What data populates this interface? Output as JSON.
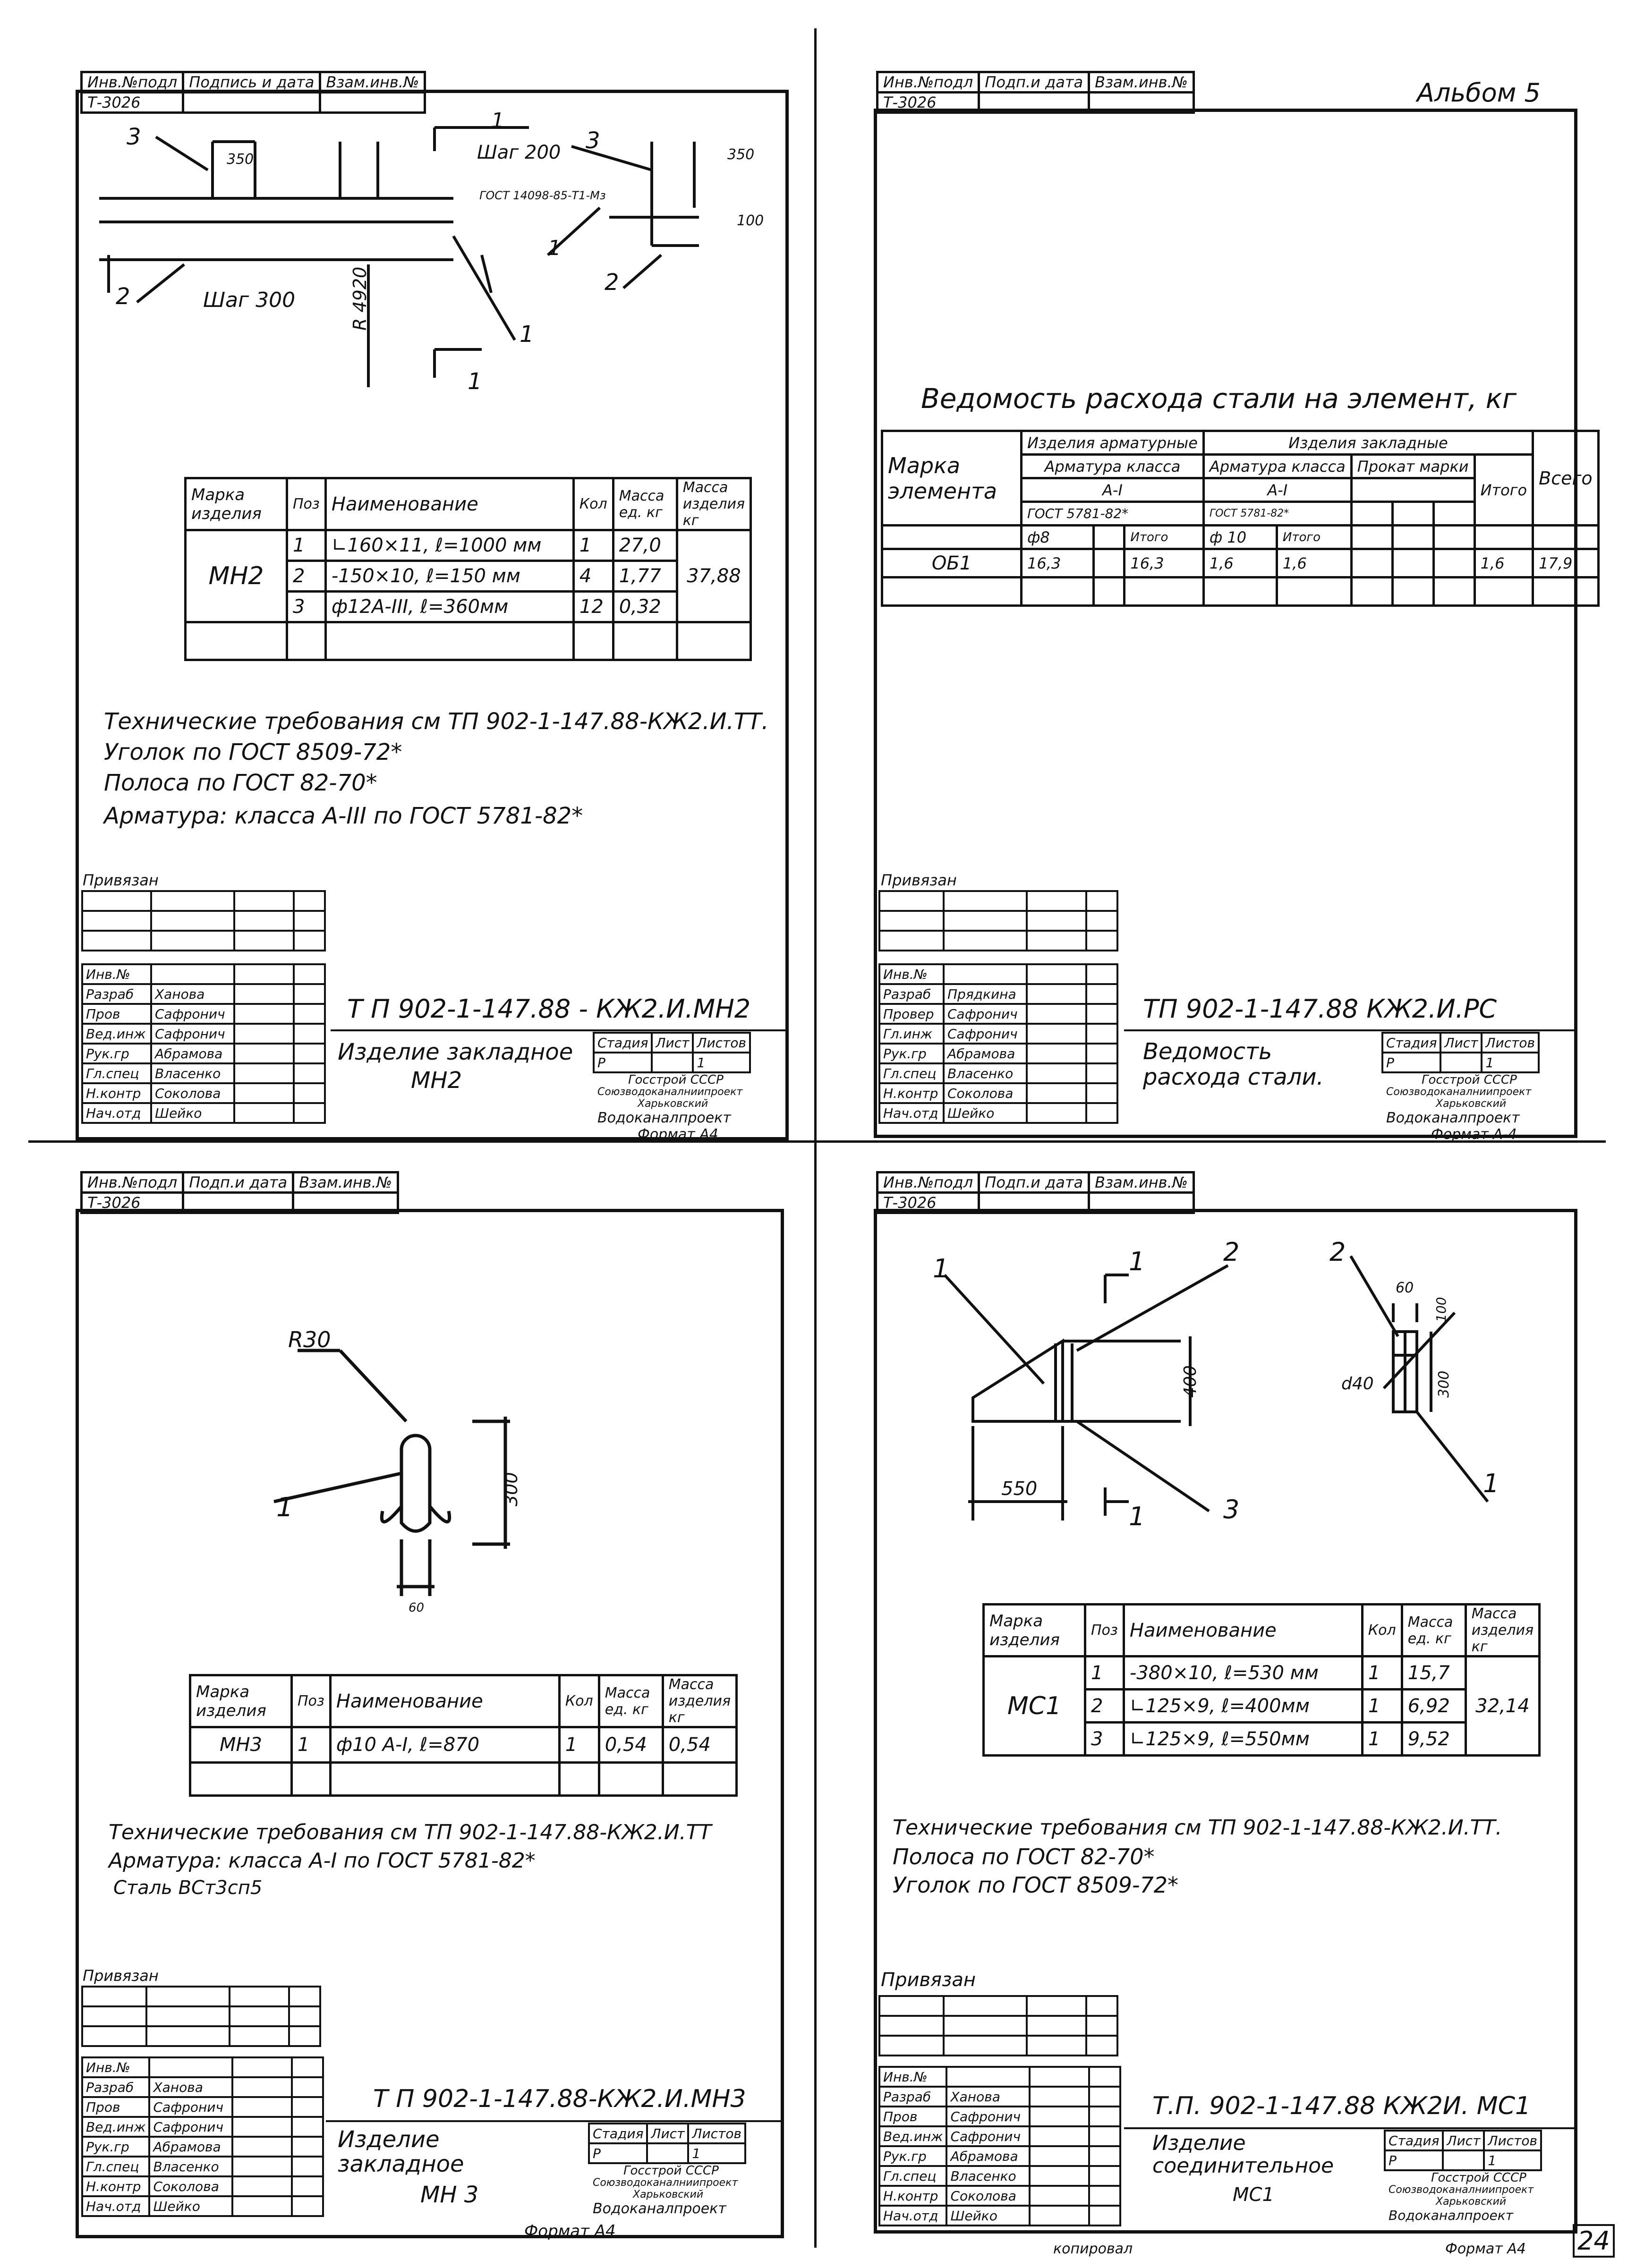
{
  "album": "Альбом 5",
  "page_number": "24",
  "footer_copy": "копировал",
  "top_left": {
    "header": {
      "inv": "Инв.№подл",
      "sign": "Подпись и дата",
      "replace": "Взам.инв.№",
      "inv_value": "Т-3026"
    },
    "drawing": {
      "labels": [
        "3",
        "350",
        "1",
        "Шаг 200",
        "3",
        "350",
        "100",
        "1",
        "2",
        "Шаг 300",
        "1",
        "R 4920",
        "1",
        "2",
        "ГОСТ 14098-85-Т1-Мз"
      ]
    },
    "spec_headers": [
      "Марка изделия",
      "Поз",
      "Наименование",
      "Кол",
      "Масса ед. кг",
      "Масса изделия кг"
    ],
    "mark": "МН2",
    "total": "37,88",
    "rows": [
      {
        "pos": "1",
        "name": "∟160×11, ℓ=1000 мм",
        "qty": "1",
        "mass": "27,0"
      },
      {
        "pos": "2",
        "name": "-150×10, ℓ=150 мм",
        "qty": "4",
        "mass": "1,77"
      },
      {
        "pos": "3",
        "name": "ф12А-III, ℓ=360мм",
        "qty": "12",
        "mass": "0,32"
      }
    ],
    "notes": [
      "Технические требования см ТП 902-1-147.88-КЖ2.И.ТТ.",
      "Уголок по ГОСТ 8509-72*",
      "Полоса по ГОСТ 82-70*",
      "Арматура: класса А-III по ГОСТ 5781-82*"
    ],
    "privyazan": "Привязан",
    "stamp": {
      "roles": [
        "Инв.№",
        "Разраб",
        "Пров",
        "Вед.инж",
        "Рук.гр",
        "Гл.спец",
        "Н.контр",
        "Нач.отд"
      ],
      "names": [
        "",
        "Ханова",
        "Сафронич",
        "Сафронич",
        "Абрамова",
        "Власенко",
        "Соколова",
        "Шейко"
      ],
      "code": "Т П 902-1-147.88 - КЖ2.И.МН2",
      "title": "Изделие закладное",
      "subtitle": "МН2",
      "stage_h": [
        "Стадия",
        "Лист",
        "Листов"
      ],
      "stage_v": [
        "Р",
        "",
        "1"
      ],
      "org": [
        "Госстрой СССР",
        "Союзводоканалниипроект",
        "Харьковский",
        "Водоканалпроект"
      ],
      "format": "Формат А4"
    }
  },
  "top_right": {
    "header": {
      "inv": "Инв.№подл",
      "sign": "Подп.и дата",
      "replace": "Взам.инв.№",
      "inv_value": "Т-3026"
    },
    "title": "Ведомость расхода стали на элемент, кг",
    "table": {
      "h_mark": "Марка элемента",
      "h_arm": "Изделия арматурные",
      "h_emb": "Изделия закладные",
      "h_arm_class": "Арматура класса",
      "h_emb_class": "Арматура класса",
      "h_prokat": "Прокат марки",
      "h_ai": "А-I",
      "h_ai2": "А-I",
      "h_gost1": "ГОСТ 5781-82*",
      "h_gost2": "ГОСТ 5781-82*",
      "h_f8": "ф8",
      "h_itogo1": "Итого",
      "h_f10": "ф 10",
      "h_itogo2": "Итого",
      "h_itogo": "Итого",
      "h_vsego": "Всего",
      "row": {
        "mark": "ОБ1",
        "f8": "16,3",
        "itogo1": "16,3",
        "f10": "1,6",
        "itogo2": "1,6",
        "itogo": "1,6",
        "vsego": "17,9"
      }
    },
    "privyazan": "Привязан",
    "stamp": {
      "roles": [
        "Инв.№",
        "Разраб",
        "Провер",
        "Гл.инж",
        "Рук.гр",
        "Гл.спец",
        "Н.контр",
        "Нач.отд"
      ],
      "names": [
        "",
        "Прядкина",
        "Сафронич",
        "Сафронич",
        "Абрамова",
        "Власенко",
        "Соколова",
        "Шейко"
      ],
      "code": "ТП 902-1-147.88 КЖ2.И.РС",
      "title": "Ведомость расхода стали.",
      "stage_h": [
        "Стадия",
        "Лист",
        "Листов"
      ],
      "stage_v": [
        "Р",
        "",
        "1"
      ],
      "org": [
        "Госстрой СССР",
        "Союзводоканалниипроект",
        "Харьковский",
        "Водоканалпроект"
      ],
      "format": "Формат А-4"
    }
  },
  "bottom_left": {
    "header": {
      "inv": "Инв.№подл",
      "sign": "Подп.и дата",
      "replace": "Взам.инв.№",
      "inv_value": "Т-3026"
    },
    "drawing": {
      "labels": [
        "R30",
        "1",
        "300",
        "60"
      ]
    },
    "spec_headers": [
      "Марка изделия",
      "Поз",
      "Наименование",
      "Кол",
      "Масса ед. кг",
      "Масса изделия кг"
    ],
    "row": {
      "mark": "МН3",
      "pos": "1",
      "name": "ф10 А-I, ℓ=870",
      "qty": "1",
      "mass": "0,54",
      "total": "0,54"
    },
    "notes": [
      "Технические требования см ТП 902-1-147.88-КЖ2.И.ТТ",
      "Арматура: класса А-I по ГОСТ 5781-82*",
      "Сталь ВСт3сп5"
    ],
    "privyazan": "Привязан",
    "stamp": {
      "roles": [
        "Инв.№",
        "Разраб",
        "Пров",
        "Вед.инж",
        "Рук.гр",
        "Гл.спец",
        "Н.контр",
        "Нач.отд"
      ],
      "names": [
        "",
        "Ханова",
        "Сафронич",
        "Сафронич",
        "Абрамова",
        "Власенко",
        "Соколова",
        "Шейко"
      ],
      "code": "Т П 902-1-147.88-КЖ2.И.МН3",
      "title": "Изделие закладное",
      "subtitle": "МН 3",
      "stage_h": [
        "Стадия",
        "Лист",
        "Листов"
      ],
      "stage_v": [
        "Р",
        "",
        "1"
      ],
      "org": [
        "Госстрой СССР",
        "Союзводоканалниипроект",
        "Харьковский",
        "Водоканалпроект"
      ],
      "format": "Формат А4"
    }
  },
  "bottom_right": {
    "header": {
      "inv": "Инв.№подл",
      "sign": "Подп.и дата",
      "replace": "Взам.инв.№",
      "inv_value": "Т-3026"
    },
    "drawing": {
      "labels": [
        "1",
        "1",
        "2",
        "2",
        "60",
        "100",
        "400",
        "d40",
        "300",
        "550",
        "1",
        "3",
        "1"
      ]
    },
    "spec_headers": [
      "Марка изделия",
      "Поз",
      "Наименование",
      "Кол",
      "Масса ед. кг",
      "Масса изделия кг"
    ],
    "mark": "МС1",
    "total": "32,14",
    "rows": [
      {
        "pos": "1",
        "name": "-380×10, ℓ=530 мм",
        "qty": "1",
        "mass": "15,7"
      },
      {
        "pos": "2",
        "name": "∟125×9, ℓ=400мм",
        "qty": "1",
        "mass": "6,92"
      },
      {
        "pos": "3",
        "name": "∟125×9, ℓ=550мм",
        "qty": "1",
        "mass": "9,52"
      }
    ],
    "notes": [
      "Технические требования см ТП 902-1-147.88-КЖ2.И.ТТ.",
      "Полоса по ГОСТ 82-70*",
      "Уголок по ГОСТ 8509-72*"
    ],
    "privyazan": "Привязан",
    "stamp": {
      "roles": [
        "Инв.№",
        "Разраб",
        "Пров",
        "Вед.инж",
        "Рук.гр",
        "Гл.спец",
        "Н.контр",
        "Нач.отд"
      ],
      "names": [
        "",
        "Ханова",
        "Сафронич",
        "Сафронич",
        "Абрамова",
        "Власенко",
        "Соколова",
        "Шейко"
      ],
      "code": "Т.П. 902-1-147.88 КЖ2И. МС1",
      "title": "Изделие соединительное",
      "subtitle": "МС1",
      "stage_h": [
        "Стадия",
        "Лист",
        "Листов"
      ],
      "stage_v": [
        "Р",
        "",
        "1"
      ],
      "org": [
        "Госстрой СССР",
        "Союзводоканалниипроект",
        "Харьковский",
        "Водоканалпроект"
      ],
      "format": "Формат А4"
    }
  }
}
